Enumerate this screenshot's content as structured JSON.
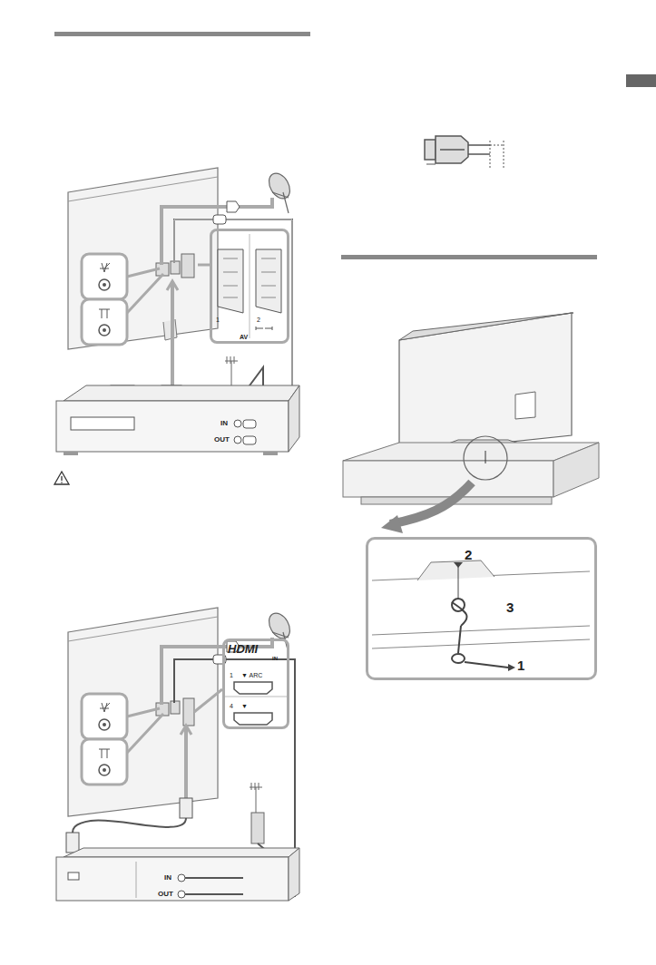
{
  "diagram": {
    "nodes": [
      {
        "text": [
          "1",
          "2",
          "AV"
        ]
      },
      {
        "text": [
          "IN",
          "OUT"
        ]
      },
      {
        "text": [
          "HDMI",
          "IN",
          "1",
          "▼ ARC",
          "4",
          "▼"
        ]
      },
      {
        "text": [
          "IN",
          "OUT"
        ]
      },
      {
        "text": [
          "2",
          "3",
          "1"
        ]
      }
    ]
  }
}
